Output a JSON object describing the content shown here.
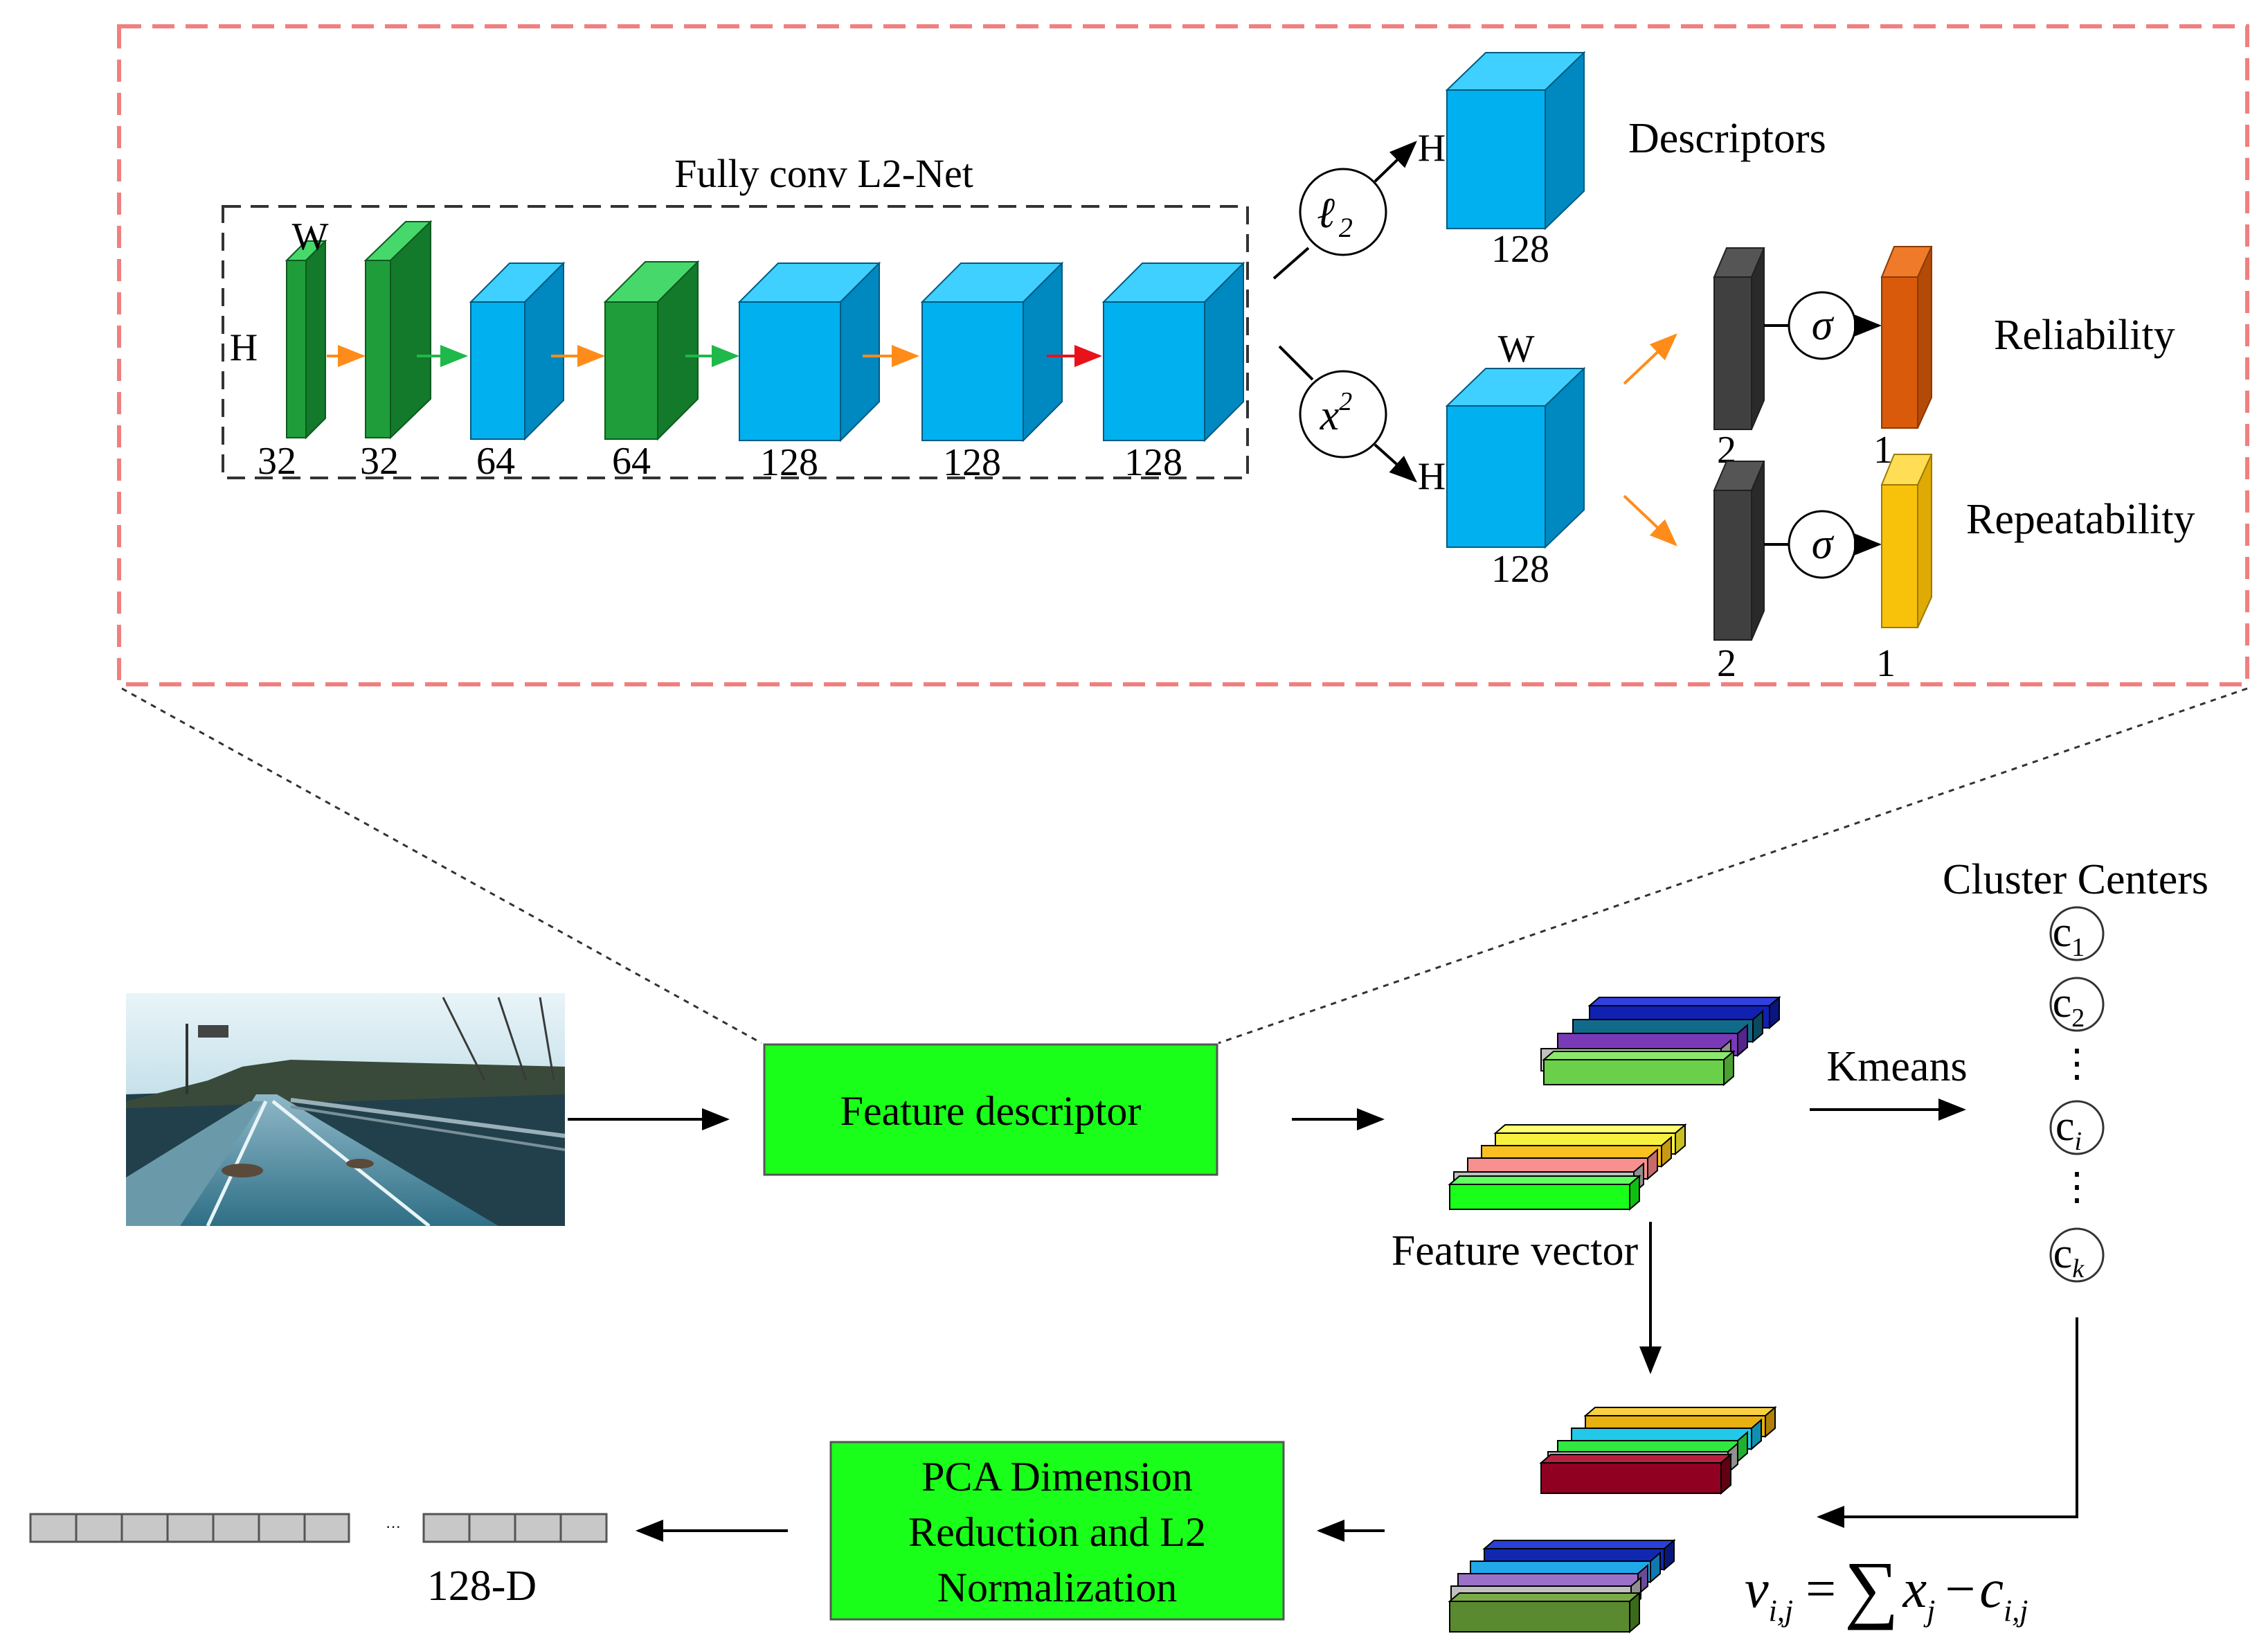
{
  "network": {
    "title": "Fully conv L2-Net",
    "axis_w": "W",
    "axis_h": "H",
    "layers": [
      "32",
      "32",
      "64",
      "64",
      "128",
      "128",
      "128"
    ],
    "colors": {
      "green_front": "#1f9d3a",
      "green_side": "#127a2a",
      "green_top": "#46d86a",
      "blue_front": "#00b0ef",
      "blue_side": "#0088c0",
      "blue_top": "#3fd0ff",
      "arrow_orange": "#ff8c1a",
      "arrow_green": "#1fb84a",
      "arrow_red": "#e8121a",
      "dashed_red": "#f08080"
    }
  },
  "heads": {
    "l2_symbol": "ℓ",
    "l2_sub": "2",
    "sq_symbol": "x",
    "sq_sup": "2",
    "sigma": "σ",
    "descriptors": {
      "label": "Descriptors",
      "depth": "128",
      "h": "H"
    },
    "score": {
      "w": "W",
      "h": "H",
      "depth": "128"
    },
    "reliability": {
      "label": "Reliability",
      "in": "2",
      "out": "1",
      "color": "#d85a0a"
    },
    "repeatability": {
      "label": "Repeatability",
      "in": "2",
      "out": "1",
      "color": "#f8c20a"
    }
  },
  "pipeline": {
    "feature_descriptor": "Feature descriptor",
    "feature_vector": "Feature vector",
    "kmeans": "Kmeans",
    "cluster_title": "Cluster Centers",
    "clusters": [
      {
        "c": "c",
        "sub": "1"
      },
      {
        "c": "c",
        "sub": "2"
      },
      {
        "c": "c",
        "sub": "i"
      },
      {
        "c": "c",
        "sub": "k"
      }
    ],
    "vdots": "⋮",
    "pca_line1": "PCA Dimension",
    "pca_line2": "Reduction and L2",
    "pca_line3": "Normalization",
    "output_label": "128-D",
    "output_ellipsis": "···",
    "formula_v": "v",
    "formula_v_sub": "i,j",
    "formula_eq": "=",
    "formula_sum": "∑",
    "formula_x": "x",
    "formula_x_sub": "j",
    "formula_minus": "−",
    "formula_c": "c",
    "formula_c_sub": "i,j",
    "box_color": "#1aff1a"
  }
}
